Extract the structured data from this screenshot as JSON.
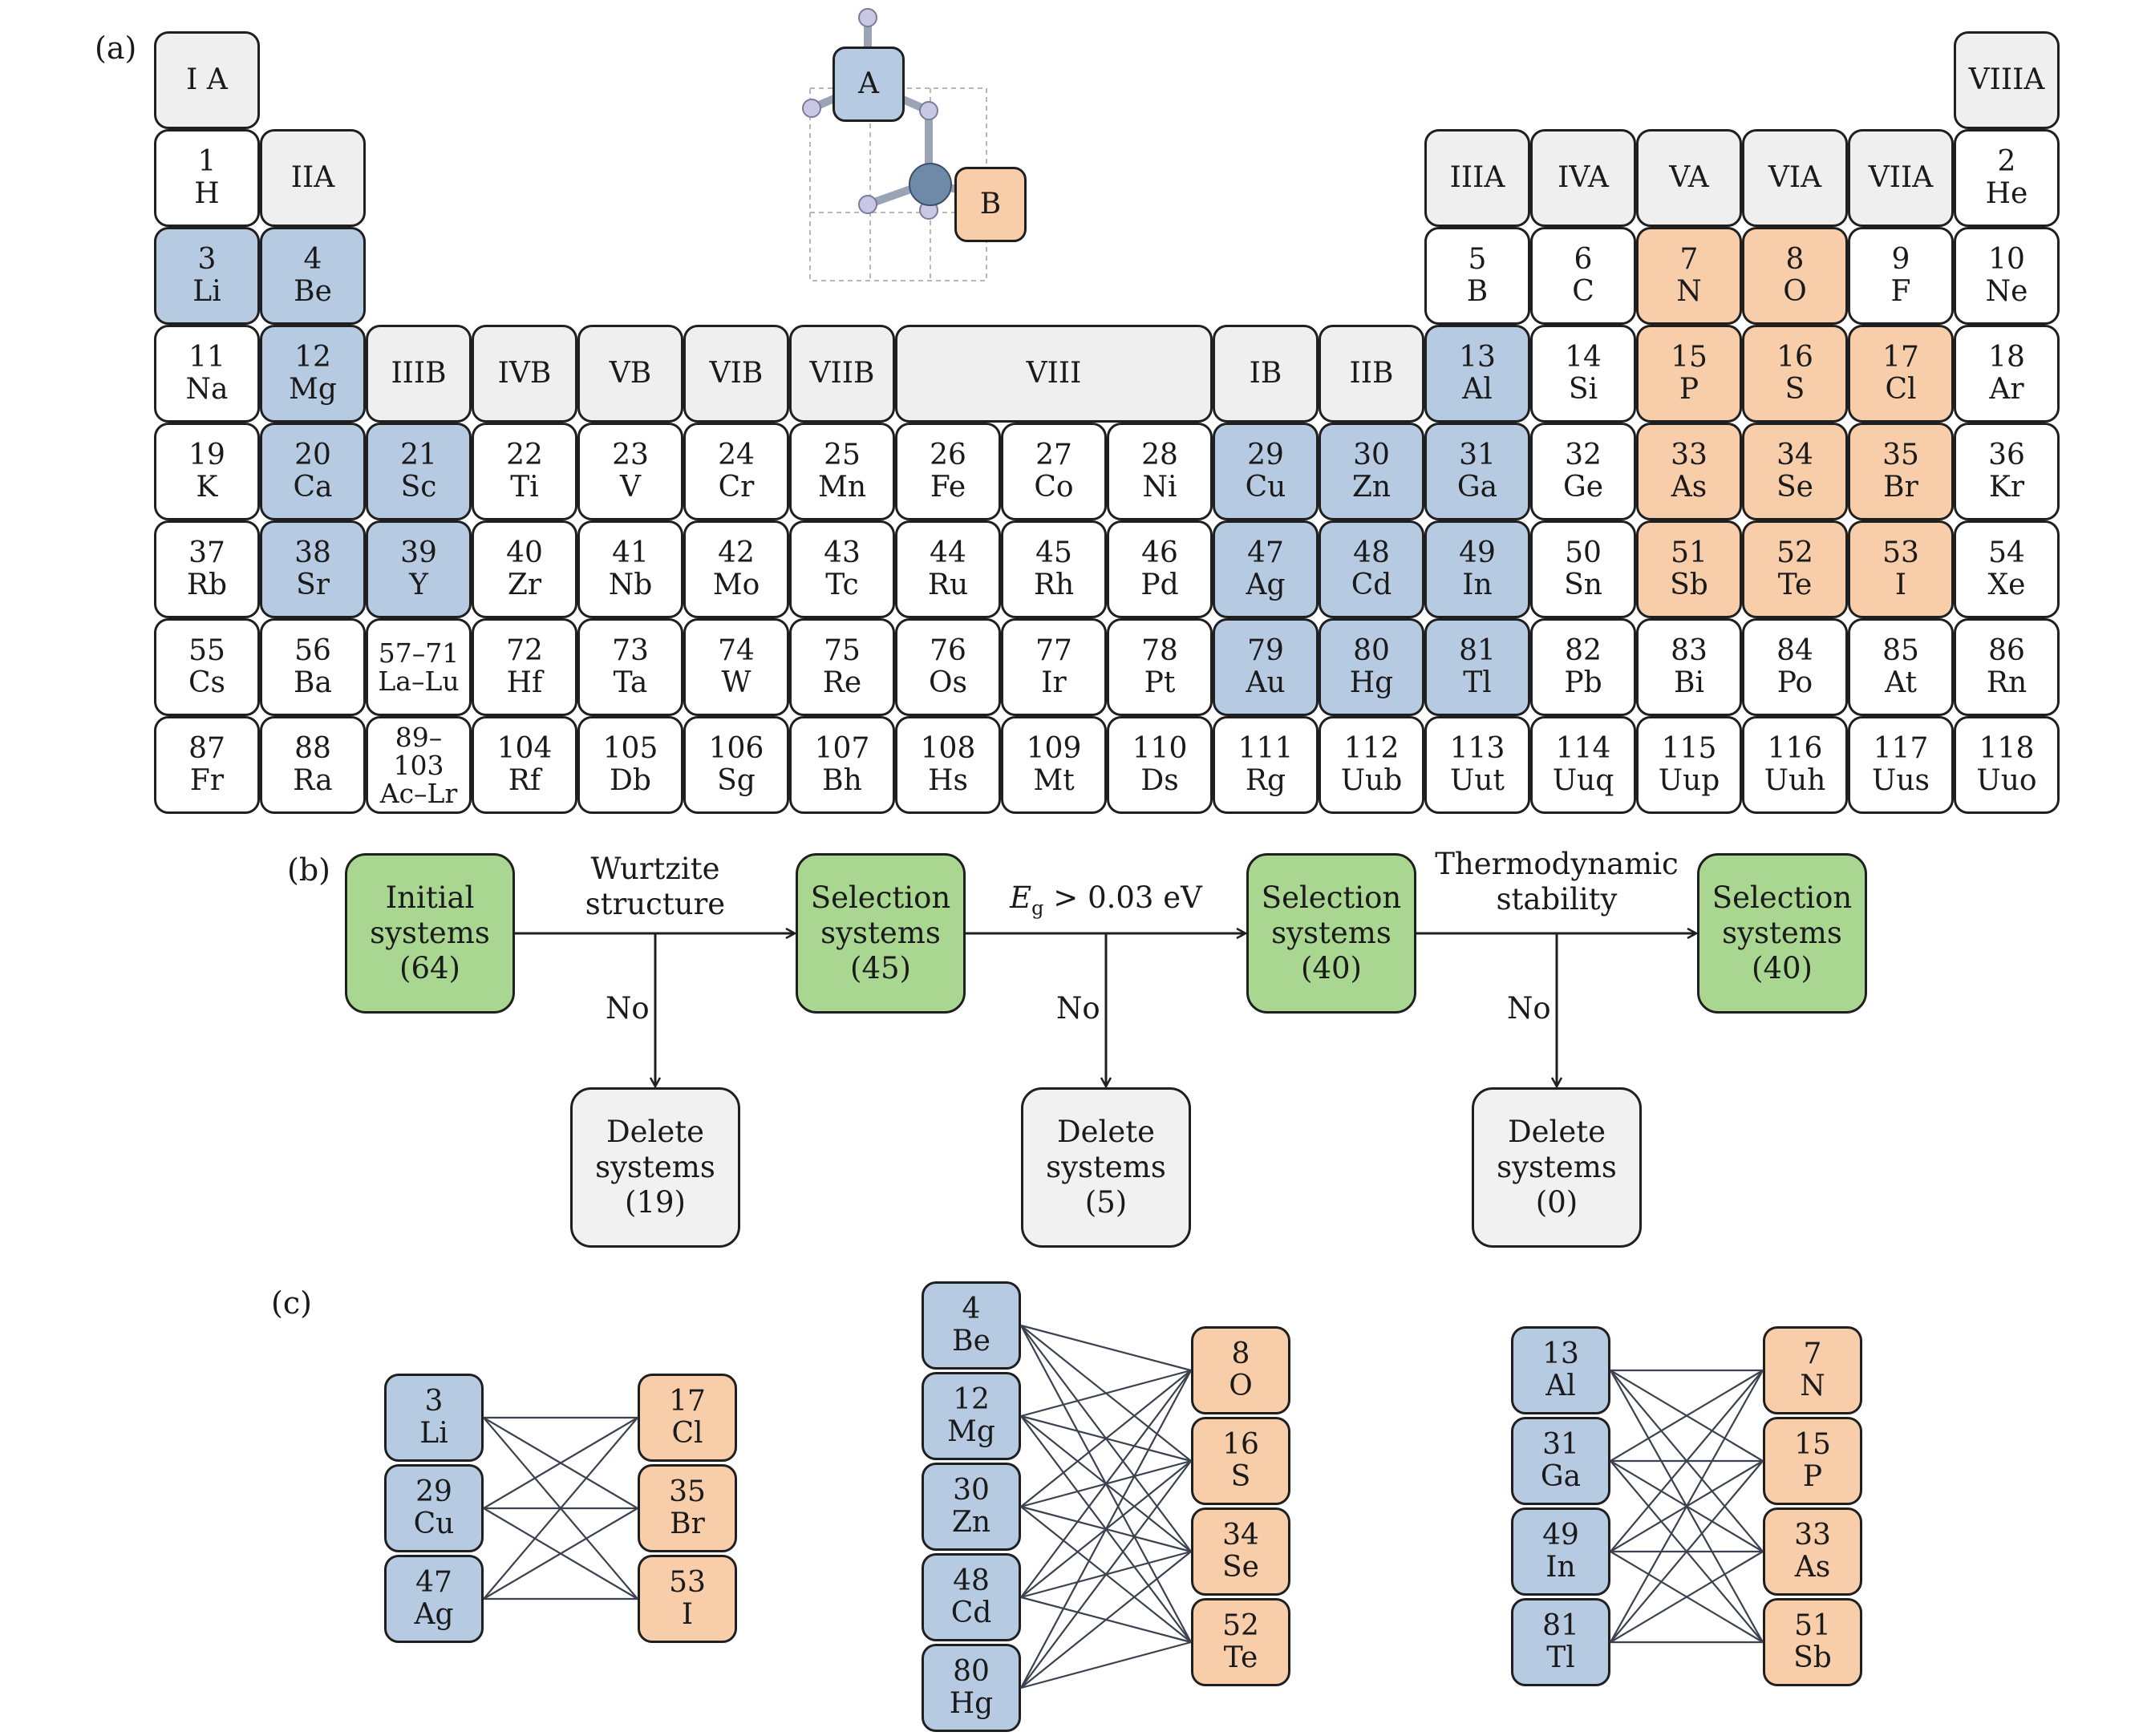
{
  "panels": {
    "a": "(a)",
    "b": "(b)",
    "c": "(c)"
  },
  "colors": {
    "blue": "#b6cbe2",
    "orange": "#f8ceaa",
    "green": "#a9d791",
    "gray": "#f1f1f1",
    "header": "#efefef"
  },
  "structure": {
    "atom_a": "A",
    "atom_b": "B"
  },
  "periodic_table": {
    "headers": [
      {
        "id": "IA",
        "text": "I A"
      },
      {
        "id": "IIA",
        "text": "IIA"
      },
      {
        "id": "IIIB",
        "text": "IIIB"
      },
      {
        "id": "IVB",
        "text": "IVB"
      },
      {
        "id": "VB",
        "text": "VB"
      },
      {
        "id": "VIB",
        "text": "VIB"
      },
      {
        "id": "VIIB",
        "text": "VIIB"
      },
      {
        "id": "VIII",
        "text": "VIII"
      },
      {
        "id": "IB",
        "text": "IB"
      },
      {
        "id": "IIB",
        "text": "IIB"
      },
      {
        "id": "IIIA",
        "text": "IIIA"
      },
      {
        "id": "IVA",
        "text": "IVA"
      },
      {
        "id": "VA",
        "text": "VA"
      },
      {
        "id": "VIA",
        "text": "VIA"
      },
      {
        "id": "VIIA",
        "text": "VIIA"
      },
      {
        "id": "VIIIA",
        "text": "VIIIA"
      }
    ],
    "elements": [
      {
        "n": "1",
        "s": "H",
        "c": "none"
      },
      {
        "n": "2",
        "s": "He",
        "c": "none"
      },
      {
        "n": "3",
        "s": "Li",
        "c": "blue"
      },
      {
        "n": "4",
        "s": "Be",
        "c": "blue"
      },
      {
        "n": "5",
        "s": "B",
        "c": "none"
      },
      {
        "n": "6",
        "s": "C",
        "c": "none"
      },
      {
        "n": "7",
        "s": "N",
        "c": "orange"
      },
      {
        "n": "8",
        "s": "O",
        "c": "orange"
      },
      {
        "n": "9",
        "s": "F",
        "c": "none"
      },
      {
        "n": "10",
        "s": "Ne",
        "c": "none"
      },
      {
        "n": "11",
        "s": "Na",
        "c": "none"
      },
      {
        "n": "12",
        "s": "Mg",
        "c": "blue"
      },
      {
        "n": "13",
        "s": "Al",
        "c": "blue"
      },
      {
        "n": "14",
        "s": "Si",
        "c": "none"
      },
      {
        "n": "15",
        "s": "P",
        "c": "orange"
      },
      {
        "n": "16",
        "s": "S",
        "c": "orange"
      },
      {
        "n": "17",
        "s": "Cl",
        "c": "orange"
      },
      {
        "n": "18",
        "s": "Ar",
        "c": "none"
      },
      {
        "n": "19",
        "s": "K",
        "c": "none"
      },
      {
        "n": "20",
        "s": "Ca",
        "c": "blue"
      },
      {
        "n": "21",
        "s": "Sc",
        "c": "blue"
      },
      {
        "n": "22",
        "s": "Ti",
        "c": "none"
      },
      {
        "n": "23",
        "s": "V",
        "c": "none"
      },
      {
        "n": "24",
        "s": "Cr",
        "c": "none"
      },
      {
        "n": "25",
        "s": "Mn",
        "c": "none"
      },
      {
        "n": "26",
        "s": "Fe",
        "c": "none"
      },
      {
        "n": "27",
        "s": "Co",
        "c": "none"
      },
      {
        "n": "28",
        "s": "Ni",
        "c": "none"
      },
      {
        "n": "29",
        "s": "Cu",
        "c": "blue"
      },
      {
        "n": "30",
        "s": "Zn",
        "c": "blue"
      },
      {
        "n": "31",
        "s": "Ga",
        "c": "blue"
      },
      {
        "n": "32",
        "s": "Ge",
        "c": "none"
      },
      {
        "n": "33",
        "s": "As",
        "c": "orange"
      },
      {
        "n": "34",
        "s": "Se",
        "c": "orange"
      },
      {
        "n": "35",
        "s": "Br",
        "c": "orange"
      },
      {
        "n": "36",
        "s": "Kr",
        "c": "none"
      },
      {
        "n": "37",
        "s": "Rb",
        "c": "none"
      },
      {
        "n": "38",
        "s": "Sr",
        "c": "blue"
      },
      {
        "n": "39",
        "s": "Y",
        "c": "blue"
      },
      {
        "n": "40",
        "s": "Zr",
        "c": "none"
      },
      {
        "n": "41",
        "s": "Nb",
        "c": "none"
      },
      {
        "n": "42",
        "s": "Mo",
        "c": "none"
      },
      {
        "n": "43",
        "s": "Tc",
        "c": "none"
      },
      {
        "n": "44",
        "s": "Ru",
        "c": "none"
      },
      {
        "n": "45",
        "s": "Rh",
        "c": "none"
      },
      {
        "n": "46",
        "s": "Pd",
        "c": "none"
      },
      {
        "n": "47",
        "s": "Ag",
        "c": "blue"
      },
      {
        "n": "48",
        "s": "Cd",
        "c": "blue"
      },
      {
        "n": "49",
        "s": "In",
        "c": "blue"
      },
      {
        "n": "50",
        "s": "Sn",
        "c": "none"
      },
      {
        "n": "51",
        "s": "Sb",
        "c": "orange"
      },
      {
        "n": "52",
        "s": "Te",
        "c": "orange"
      },
      {
        "n": "53",
        "s": "I",
        "c": "orange"
      },
      {
        "n": "54",
        "s": "Xe",
        "c": "none"
      },
      {
        "n": "55",
        "s": "Cs",
        "c": "none"
      },
      {
        "n": "56",
        "s": "Ba",
        "c": "none"
      },
      {
        "n": "57–71",
        "s": "La–Lu",
        "c": "none"
      },
      {
        "n": "72",
        "s": "Hf",
        "c": "none"
      },
      {
        "n": "73",
        "s": "Ta",
        "c": "none"
      },
      {
        "n": "74",
        "s": "W",
        "c": "none"
      },
      {
        "n": "75",
        "s": "Re",
        "c": "none"
      },
      {
        "n": "76",
        "s": "Os",
        "c": "none"
      },
      {
        "n": "77",
        "s": "Ir",
        "c": "none"
      },
      {
        "n": "78",
        "s": "Pt",
        "c": "none"
      },
      {
        "n": "79",
        "s": "Au",
        "c": "blue"
      },
      {
        "n": "80",
        "s": "Hg",
        "c": "blue"
      },
      {
        "n": "81",
        "s": "Tl",
        "c": "blue"
      },
      {
        "n": "82",
        "s": "Pb",
        "c": "none"
      },
      {
        "n": "83",
        "s": "Bi",
        "c": "none"
      },
      {
        "n": "84",
        "s": "Po",
        "c": "none"
      },
      {
        "n": "85",
        "s": "At",
        "c": "none"
      },
      {
        "n": "86",
        "s": "Rn",
        "c": "none"
      },
      {
        "n": "87",
        "s": "Fr",
        "c": "none"
      },
      {
        "n": "88",
        "s": "Ra",
        "c": "none"
      },
      {
        "n": "89–\n103",
        "s": "Ac–Lr",
        "c": "none"
      },
      {
        "n": "104",
        "s": "Rf",
        "c": "none"
      },
      {
        "n": "105",
        "s": "Db",
        "c": "none"
      },
      {
        "n": "106",
        "s": "Sg",
        "c": "none"
      },
      {
        "n": "107",
        "s": "Bh",
        "c": "none"
      },
      {
        "n": "108",
        "s": "Hs",
        "c": "none"
      },
      {
        "n": "109",
        "s": "Mt",
        "c": "none"
      },
      {
        "n": "110",
        "s": "Ds",
        "c": "none"
      },
      {
        "n": "111",
        "s": "Rg",
        "c": "none"
      },
      {
        "n": "112",
        "s": "Uub",
        "c": "none"
      },
      {
        "n": "113",
        "s": "Uut",
        "c": "none"
      },
      {
        "n": "114",
        "s": "Uuq",
        "c": "none"
      },
      {
        "n": "115",
        "s": "Uup",
        "c": "none"
      },
      {
        "n": "116",
        "s": "Uuh",
        "c": "none"
      },
      {
        "n": "117",
        "s": "Uus",
        "c": "none"
      },
      {
        "n": "118",
        "s": "Uuo",
        "c": "none"
      }
    ]
  },
  "flowchart": {
    "boxes": [
      {
        "id": "initial",
        "kind": "green",
        "lines": [
          "Initial",
          "systems",
          "(64)"
        ]
      },
      {
        "id": "sel1",
        "kind": "green",
        "lines": [
          "Selection",
          "systems",
          "(45)"
        ]
      },
      {
        "id": "sel2",
        "kind": "green",
        "lines": [
          "Selection",
          "systems",
          "(40)"
        ]
      },
      {
        "id": "sel3",
        "kind": "green",
        "lines": [
          "Selection",
          "systems",
          "(40)"
        ]
      },
      {
        "id": "del1",
        "kind": "gray",
        "lines": [
          "Delete",
          "systems",
          "(19)"
        ]
      },
      {
        "id": "del2",
        "kind": "gray",
        "lines": [
          "Delete",
          "systems",
          "(5)"
        ]
      },
      {
        "id": "del3",
        "kind": "gray",
        "lines": [
          "Delete",
          "systems",
          "(0)"
        ]
      }
    ],
    "criteria": [
      {
        "id": "c1",
        "lines": [
          "Wurtzite",
          "structure"
        ]
      },
      {
        "id": "c2",
        "lines": [
          "E_g > 0.03 eV"
        ],
        "main": "E",
        "sub": "g",
        "rest": " > 0.03 eV"
      },
      {
        "id": "c3",
        "lines": [
          "Thermodynamic",
          "stability"
        ]
      }
    ],
    "no_label": "No"
  },
  "combinations": [
    {
      "left": [
        {
          "n": "3",
          "s": "Li"
        },
        {
          "n": "29",
          "s": "Cu"
        },
        {
          "n": "47",
          "s": "Ag"
        }
      ],
      "right": [
        {
          "n": "17",
          "s": "Cl"
        },
        {
          "n": "35",
          "s": "Br"
        },
        {
          "n": "53",
          "s": "I"
        }
      ]
    },
    {
      "left": [
        {
          "n": "4",
          "s": "Be"
        },
        {
          "n": "12",
          "s": "Mg"
        },
        {
          "n": "30",
          "s": "Zn"
        },
        {
          "n": "48",
          "s": "Cd"
        },
        {
          "n": "80",
          "s": "Hg"
        }
      ],
      "right": [
        {
          "n": "8",
          "s": "O"
        },
        {
          "n": "16",
          "s": "S"
        },
        {
          "n": "34",
          "s": "Se"
        },
        {
          "n": "52",
          "s": "Te"
        }
      ]
    },
    {
      "left": [
        {
          "n": "13",
          "s": "Al"
        },
        {
          "n": "31",
          "s": "Ga"
        },
        {
          "n": "49",
          "s": "In"
        },
        {
          "n": "81",
          "s": "Tl"
        }
      ],
      "right": [
        {
          "n": "7",
          "s": "N"
        },
        {
          "n": "15",
          "s": "P"
        },
        {
          "n": "33",
          "s": "As"
        },
        {
          "n": "51",
          "s": "Sb"
        }
      ]
    }
  ]
}
